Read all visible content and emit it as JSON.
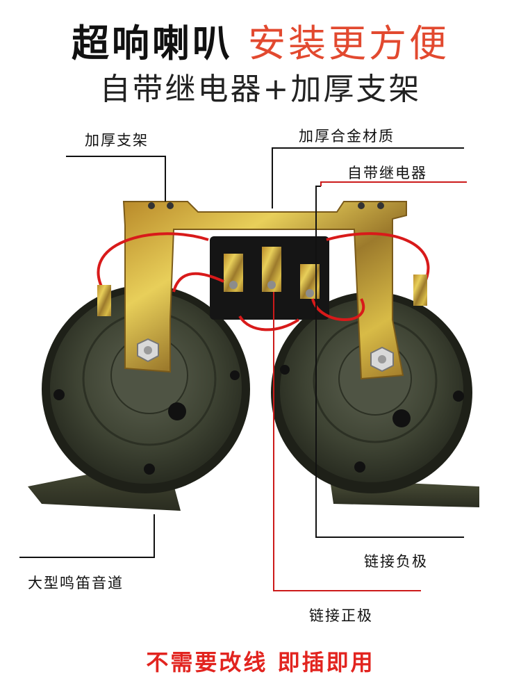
{
  "headline": {
    "black": "超响喇叭",
    "red": "安装更方便"
  },
  "subhead": "自带继电器+加厚支架",
  "labels": {
    "bracket": "加厚支架",
    "alloy": "加厚合金材质",
    "relay": "自带继电器",
    "horn_channel": "大型鸣笛音道",
    "negative": "链接负极",
    "positive": "链接正极"
  },
  "footer": "不需要改线 即插即用",
  "colors": {
    "accent_red": "#e2492f",
    "footer_red": "#e2241f",
    "leader_red": "#cc1a1a",
    "horn_body": "#3d4232",
    "bracket_gold": "#c9a83a"
  }
}
